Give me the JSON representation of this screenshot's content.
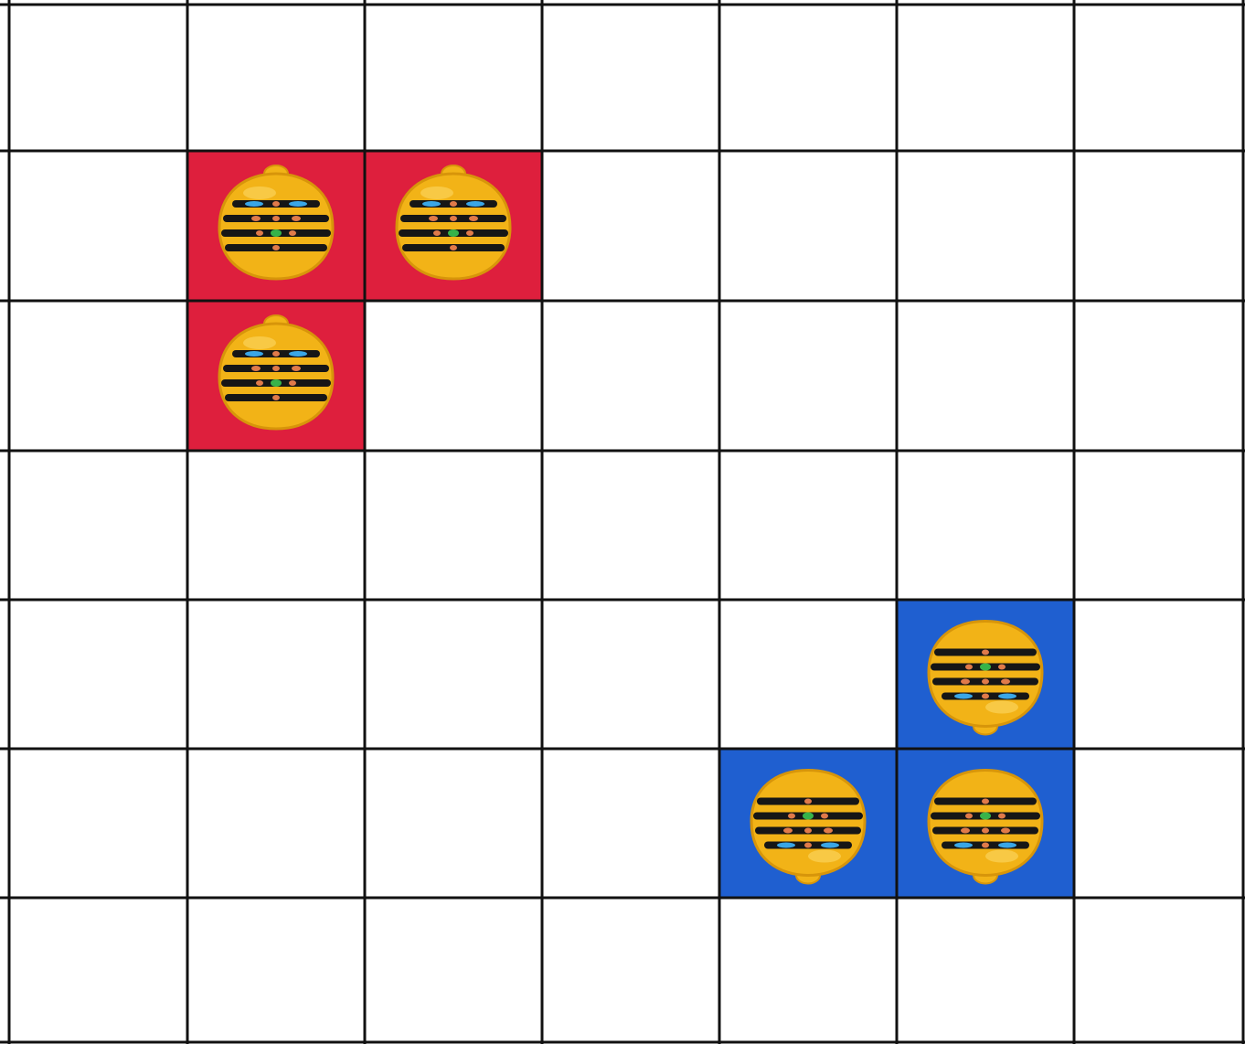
{
  "board": {
    "columns": 7,
    "rows": 7,
    "background": "#ffffff",
    "line_color": "#111111",
    "teams": {
      "red": {
        "color": "#de1f3d"
      },
      "blue": {
        "color": "#1f5fd0"
      }
    },
    "robot": {
      "icon": "bee-bot-robot-icon",
      "body_color": "#f2b317",
      "outline_color": "#d7950a",
      "stripe_color": "#161616",
      "light_colors": [
        "#3aa6e6",
        "#37b34a",
        "#e07a4a"
      ]
    },
    "pieces": [
      {
        "team": "red",
        "col": 1,
        "row": 1,
        "facing": "up"
      },
      {
        "team": "red",
        "col": 2,
        "row": 1,
        "facing": "up"
      },
      {
        "team": "red",
        "col": 1,
        "row": 2,
        "facing": "up"
      },
      {
        "team": "blue",
        "col": 5,
        "row": 4,
        "facing": "down"
      },
      {
        "team": "blue",
        "col": 4,
        "row": 5,
        "facing": "down"
      },
      {
        "team": "blue",
        "col": 5,
        "row": 5,
        "facing": "down"
      }
    ]
  }
}
